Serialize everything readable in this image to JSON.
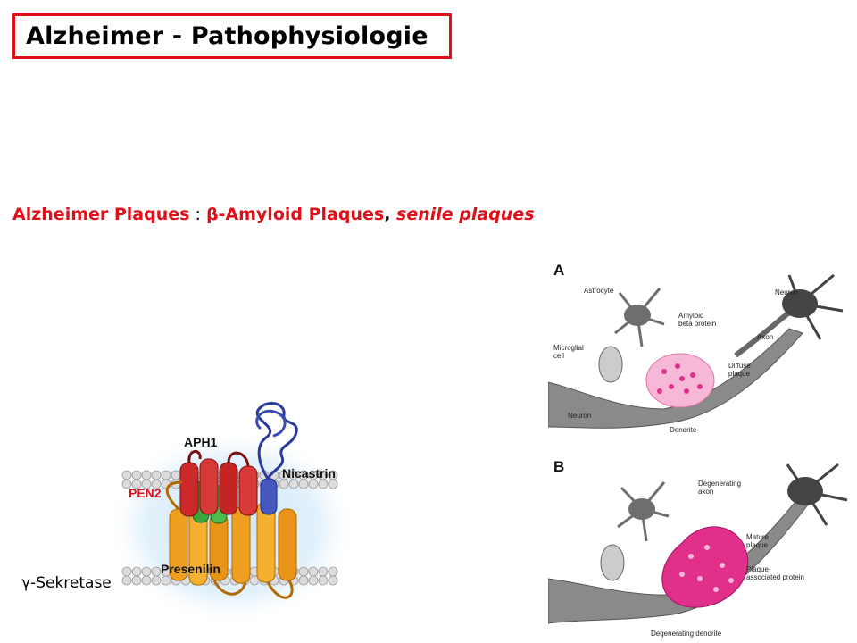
{
  "slide": {
    "title": "Alzheimer - Pathophysiologie",
    "subtitle": {
      "part1": "Alzheimer Plaques",
      "separator": " : ",
      "part2": "β-Amyloid Plaques",
      "comma": ",",
      "part3": " senile plaques"
    }
  },
  "secretase_figure": {
    "caption": "γ-Sekretase",
    "labels": {
      "aph1": "APH1",
      "nicastrin": "Nicastrin",
      "pen2": "PEN2",
      "presenilin": "Presenilin"
    },
    "colors": {
      "aph1": "#cc2a2a",
      "nicastrin": "#2a3a9c",
      "pen2": "#3aa83a",
      "presenilin": "#f0a020",
      "pen2_label": "#e0101a"
    }
  },
  "plaque_figure": {
    "panel_a": {
      "letter": "A",
      "labels": {
        "astrocyte": "Astrocyte",
        "neuron_top": "Neuron",
        "amyloid_line1": "Amyloid",
        "amyloid_line2": "beta protein",
        "axon": "Axon",
        "microglial_line1": "Microglial",
        "microglial_line2": "cell",
        "diffuse_line1": "Diffuse",
        "diffuse_line2": "plaque",
        "neuron_bottom": "Neuron",
        "dendrite": "Dendrite"
      }
    },
    "panel_b": {
      "letter": "B",
      "labels": {
        "degen_axon_line1": "Degenerating",
        "degen_axon_line2": "axon",
        "mature_line1": "Mature",
        "mature_line2": "plaque",
        "assoc_line1": "Plaque-",
        "assoc_line2": "associated protein",
        "degen_dendrite": "Degenerating dendrite"
      }
    },
    "colors": {
      "plaque": "#e0308a",
      "diffuse": "#f7b8d8",
      "cell": "#777777"
    }
  }
}
